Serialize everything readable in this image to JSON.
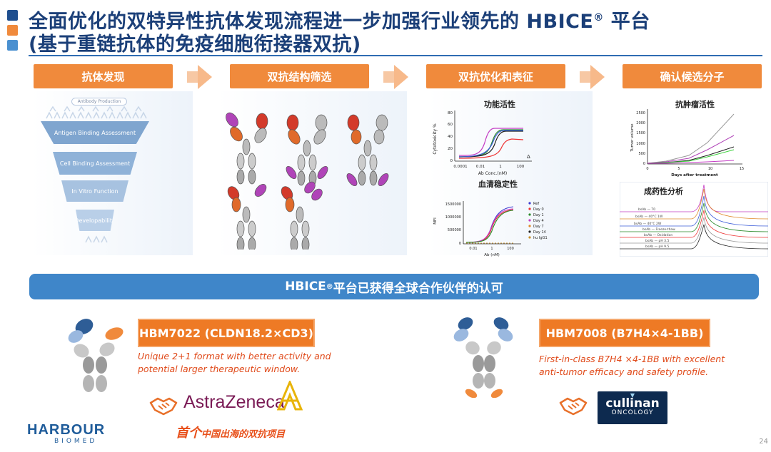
{
  "header": {
    "title_line1_pre": "全面优化的双特异性抗体发现流程进一步加强行业领先的 HBICE",
    "title_line1_reg": "®",
    "title_line1_post": " 平台",
    "title_line2": "(基于重链抗体的免疫细胞衔接器双抗)"
  },
  "steps": [
    "抗体发现",
    "双抗结构筛选",
    "双抗优化和表征",
    "确认候选分子"
  ],
  "funnel": {
    "top_label": "Antibody Production",
    "tiers": [
      "Antigen Binding Assessment",
      "Cell Binding Assessment",
      "In Vitro Function",
      "Developability"
    ]
  },
  "charts": {
    "activity_title": "功能活性",
    "activity_ylabel": "Cytotoxicity %",
    "activity_xlabel": "Ab Conc.(nM)",
    "activity_yticks": [
      "80",
      "60",
      "40",
      "20",
      "0"
    ],
    "activity_xticks": [
      "0.0001",
      "0.01",
      "1",
      "100"
    ],
    "activity_delta": "Δ",
    "serum_title": "血清稳定性",
    "serum_ylabel": "MFI",
    "serum_xlabel": "Ab (nM)",
    "serum_yticks": [
      "1500000",
      "1000000",
      "500000",
      "0"
    ],
    "serum_xticks": [
      "0.01",
      "1",
      "100"
    ],
    "serum_legend": [
      "Ref",
      "Day 0",
      "Day 1",
      "Day 4",
      "Day 7",
      "Day 14",
      "hu IgG1"
    ],
    "tumor_title": "抗肿瘤活性",
    "tumor_ylabel": "Tumor volume",
    "tumor_xlabel": "Days after treatment",
    "tumor_yticks": [
      "2500",
      "2000",
      "1500",
      "1000",
      "500",
      "0"
    ],
    "tumor_xticks": [
      "0",
      "5",
      "10",
      "15"
    ],
    "dev_title": "成药性分析",
    "dev_labels": [
      "bsAb — T0",
      "bsAb — 40°C 1W",
      "bsAb — 40°C 2W",
      "bsAb — Freeze-thaw",
      "bsAb — Oxidation",
      "bsAb — pH 3.5",
      "bsAb — pH 9.5"
    ]
  },
  "banner": {
    "pre": "HBICE",
    "reg": "®",
    "post": " 平台已获得全球合作伙伴的认可"
  },
  "partners": [
    {
      "tag": "HBM7022 (CLDN18.2×CD3)",
      "desc": [
        "Unique 2+1 format with better activity and",
        "potential larger therapeutic window."
      ],
      "logo": "AstraZeneca",
      "footnote_a": "首个",
      "footnote_b": "中国出海的双抗项目"
    },
    {
      "tag": "HBM7008 (B7H4×4-1BB)",
      "desc": [
        "First-in-class B7H4 ×4-1BB with excellent",
        "anti-tumor efficacy and safety profile."
      ],
      "logo": "cullinan",
      "logo_sub": "ONCOLOGY"
    }
  ],
  "footer": {
    "brand": "HARBOUR",
    "brand_sub": "BIOMED",
    "slide_number": "24"
  },
  "colors": {
    "navy": "#1b3f78",
    "orange": "#f08a3c",
    "blue": "#3f86c9",
    "accent_red": "#e04a1a"
  }
}
